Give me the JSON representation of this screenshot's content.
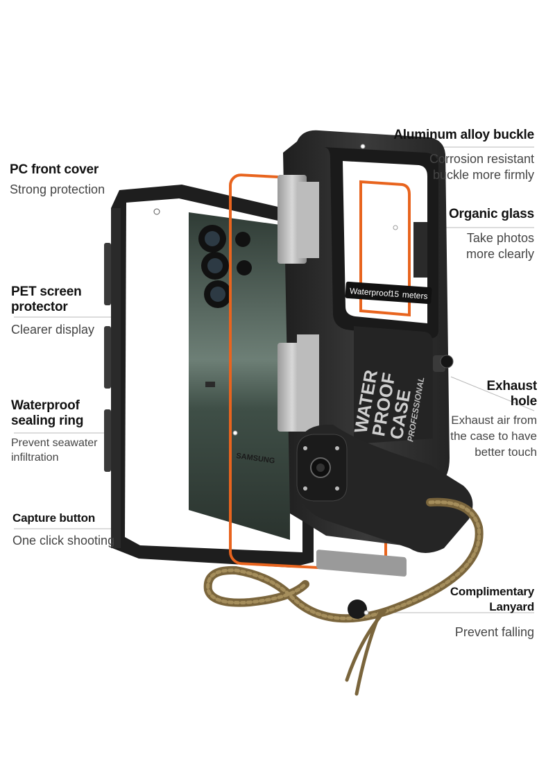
{
  "features": {
    "pc_front_cover": {
      "title": "PC front cover",
      "desc": "Strong protection"
    },
    "pet_screen": {
      "title_line1": "PET screen",
      "title_line2": "protector",
      "desc": "Clearer display"
    },
    "sealing_ring": {
      "title_line1": "Waterproof",
      "title_line2": "sealing ring",
      "desc_line1": "Prevent seawater",
      "desc_line2": "infiltration"
    },
    "capture_button": {
      "title": "Capture button",
      "desc": "One click shooting"
    },
    "aluminum_buckle": {
      "title": "Aluminum alloy buckle",
      "desc_line1": "Corrosion resistant",
      "desc_line2": "buckle more firmly"
    },
    "organic_glass": {
      "title": "Organic glass",
      "desc_line1": "Take photos",
      "desc_line2": "more clearly"
    },
    "exhaust_hole": {
      "title_line1": "Exhaust",
      "title_line2": "hole",
      "desc_line1": "Exhaust air from",
      "desc_line2": "the case to have",
      "desc_line3": "better touch"
    },
    "lanyard": {
      "title_line1": "Complimentary",
      "title_line2": "Lanyard",
      "desc": "Prevent falling"
    }
  },
  "product_print": {
    "badge_word": "Waterproof",
    "badge_depth": "15",
    "badge_unit": "meters",
    "case_text_1": "WATER",
    "case_text_2": "PROOF",
    "case_text_3": "CASE",
    "case_text_4": "PROFESSIONAL",
    "phone_brand": "SAMSUNG"
  },
  "colors": {
    "case_black": "#2b2b2b",
    "orange_ring": "#e8641e",
    "lanyard_brown": "#8a7448",
    "phone_green": "#4a5d55"
  }
}
